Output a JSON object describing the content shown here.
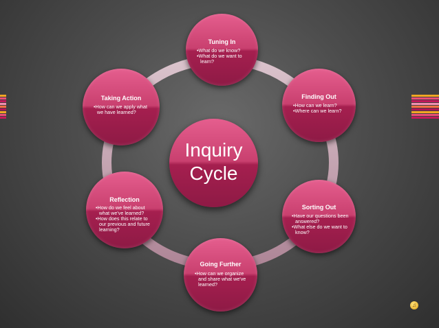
{
  "center": {
    "line1": "Inquiry",
    "line2": "Cycle"
  },
  "nodes": [
    {
      "title": "Tuning In",
      "items": [
        "What do we know?",
        "What do we want to learn?"
      ]
    },
    {
      "title": "Finding Out",
      "items": [
        "How can we learn?",
        "Where can we learn?"
      ]
    },
    {
      "title": "Sorting Out",
      "items": [
        "Have our questions been answered?",
        "What else do we want to know?"
      ]
    },
    {
      "title": "Going Further",
      "items": [
        "How can we organize and share what we've learned?"
      ]
    },
    {
      "title": "Reflection",
      "items": [
        "How do we feel about what we've learned?",
        "How does this relate to our previous and future learning?"
      ]
    },
    {
      "title": "Taking Action",
      "items": [
        "How can we apply what we have learned?"
      ]
    }
  ],
  "colors": {
    "node_top": "#e55e8e",
    "node_bottom": "#8e1a45",
    "ring": "#d9b3c2",
    "background": "#4d4d4d",
    "stripes": [
      "#f5a623",
      "#e94e77",
      "#c2185b",
      "#f48fb1",
      "#ff7043",
      "#ad1457"
    ]
  },
  "icons": {
    "nav_dot": "sound-icon"
  }
}
